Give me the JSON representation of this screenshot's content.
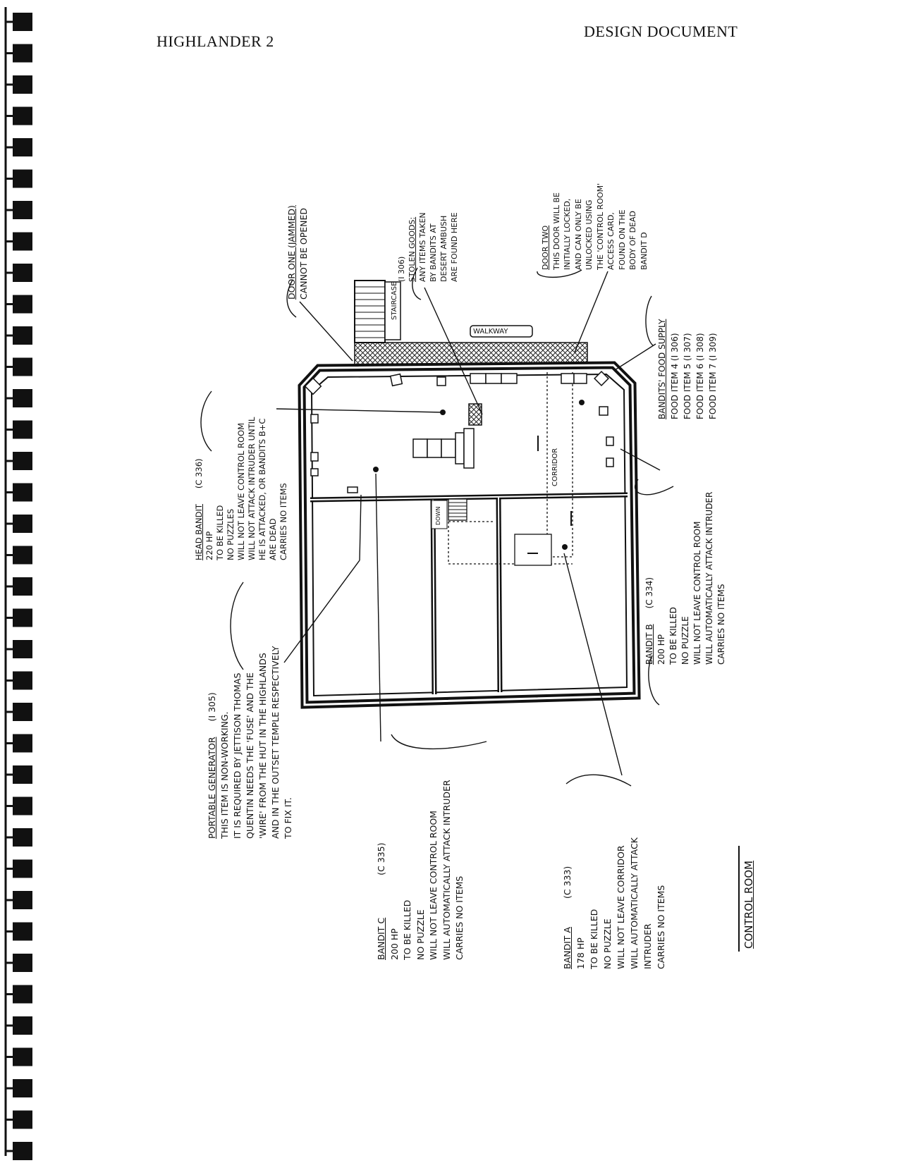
{
  "header": {
    "left": "HIGHLANDER 2",
    "right": "DESIGN DOCUMENT"
  },
  "map": {
    "title": "CONTROL ROOM",
    "labels": {
      "staircase": "STAIRCASE",
      "walkway": "WALKWAY",
      "corridor": "CORRIDOR",
      "stairs_down": "DOWN"
    }
  },
  "notes": {
    "door_one": {
      "title": "DOOR ONE (JAMMED)",
      "lines": [
        "CANNOT BE OPENED"
      ]
    },
    "stolen_goods": {
      "code": "(I 306)",
      "title": "STOLEN GOODS:",
      "lines": [
        "ANY ITEMS TAKEN",
        "BY BANDITS AT",
        "DESERT AMBUSH",
        "ARE FOUND HERE"
      ]
    },
    "door_two": {
      "title": "DOOR TWO",
      "lines": [
        "THIS DOOR WILL BE",
        "INITIALLY LOCKED,",
        "AND CAN ONLY BE",
        "UNLOCKED USING",
        "THE 'CONTROL ROOM'",
        "ACCESS CARD,",
        "FOUND ON THE",
        "BODY OF DEAD",
        "BANDIT D"
      ]
    },
    "food_supply": {
      "title": "BANDITS' FOOD SUPPLY",
      "lines": [
        "FOOD ITEM 4 (I 306)",
        "FOOD ITEM 5 (I 307)",
        "FOOD ITEM 6 (I 308)",
        "FOOD ITEM 7 (I 309)"
      ]
    },
    "head_bandit": {
      "title": "HEAD BANDIT",
      "code": "(C 336)",
      "lines": [
        "220 HP",
        "TO BE KILLED",
        "NO PUZZLES",
        "WILL NOT LEAVE CONTROL ROOM",
        "WILL NOT ATTACK INTRUDER UNTIL",
        "HE IS ATTACKED, OR BANDITS B+C",
        "ARE DEAD",
        "CARRIES NO ITEMS"
      ]
    },
    "bandit_b": {
      "title": "BANDIT B",
      "code": "(C 334)",
      "lines": [
        "200 HP",
        "TO BE KILLED",
        "NO PUZZLE",
        "WILL NOT LEAVE CONTROL ROOM",
        "WILL AUTOMATICALLY ATTACK INTRUDER",
        "CARRIES NO ITEMS"
      ]
    },
    "portable_generator": {
      "title": "PORTABLE GENERATOR",
      "code": "(I 305)",
      "lines": [
        "THIS ITEM IS NON-WORKING.",
        "IT IS REQUIRED BY JETTISON THOMAS",
        "QUENTIN NEEDS THE 'FUSE' AND THE",
        "'WIRE' FROM THE HUT IN THE HIGHLANDS",
        "AND IN THE OUTSET TEMPLE RESPECTIVELY",
        "TO FIX IT."
      ]
    },
    "bandit_c": {
      "title": "BANDIT C",
      "code": "(C 335)",
      "lines": [
        "200 HP",
        "TO BE KILLED",
        "NO PUZZLE",
        "WILL NOT LEAVE CONTROL ROOM",
        "WILL AUTOMATICALLY ATTACK INTRUDER",
        "CARRIES NO ITEMS"
      ]
    },
    "bandit_a": {
      "title": "BANDIT A",
      "code": "(C 333)",
      "lines": [
        "178 HP",
        "TO BE KILLED",
        "NO PUZZLE",
        "WILL NOT LEAVE CORRIDOR",
        "WILL AUTOMATICALLY ATTACK",
        "INTRUDER",
        "CARRIES NO ITEMS"
      ]
    }
  }
}
